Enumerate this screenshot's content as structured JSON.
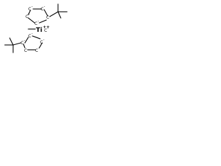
{
  "molecule": {
    "metal": {
      "symbol": "Ti",
      "charge": "++"
    },
    "ring_atom": {
      "symbol": "C",
      "charge": "-"
    },
    "methyl_ligand": "−",
    "upper_ring_atoms": [
      {
        "symbol": "C",
        "charge": "-"
      },
      {
        "symbol": "C",
        "charge": "-"
      },
      {
        "symbol": "C",
        "charge": ""
      },
      {
        "symbol": "C",
        "charge": "-"
      },
      {
        "symbol": "C",
        "charge": "-"
      }
    ],
    "lower_ring_atoms": [
      {
        "symbol": "C",
        "charge": "-"
      },
      {
        "symbol": "C",
        "charge": "-"
      },
      {
        "symbol": "C",
        "charge": "-"
      },
      {
        "symbol": "C",
        "charge": "-"
      },
      {
        "symbol": "C",
        "charge": ""
      }
    ]
  }
}
